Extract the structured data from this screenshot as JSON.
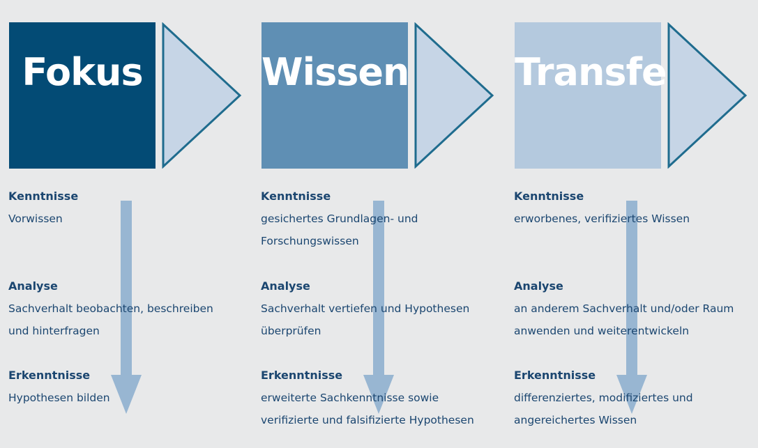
{
  "columns": [
    {
      "title": "Fokus",
      "box_color": "#034b75",
      "kenntnisse": {
        "heading": "Kenntnisse",
        "lines": [
          "Vorwissen"
        ]
      },
      "analyse": {
        "heading": "Analyse",
        "lines": [
          "Sachverhalt beobachten, beschreiben",
          "und hinterfragen"
        ]
      },
      "erkenntnisse": {
        "heading": "Erkenntnisse",
        "lines": [
          "Hypothesen bilden"
        ]
      }
    },
    {
      "title": "Wissen",
      "box_color": "#5f8fb4",
      "kenntnisse": {
        "heading": "Kenntnisse",
        "lines": [
          "gesichertes Grundlagen- und",
          "Forschungswissen"
        ]
      },
      "analyse": {
        "heading": "Analyse",
        "lines": [
          "Sachverhalt vertiefen und Hypothesen",
          "überprüfen"
        ]
      },
      "erkenntnisse": {
        "heading": "Erkenntnisse",
        "lines": [
          "erweiterte Sachkenntnisse sowie",
          "verifizierte und falsifizierte Hypothesen"
        ]
      }
    },
    {
      "title": "Transfer",
      "box_color": "#b4c9de",
      "kenntnisse": {
        "heading": "Kenntnisse",
        "lines": [
          "erworbenes, verifiziertes Wissen"
        ]
      },
      "analyse": {
        "heading": "Analyse",
        "lines": [
          "an anderem Sachverhalt und/oder Raum",
          "anwenden und weiterentwickeln"
        ]
      },
      "erkenntnisse": {
        "heading": "Erkenntnisse",
        "lines": [
          "differenziertes, modifiziertes und",
          "angereichertes Wissen"
        ]
      }
    }
  ],
  "colors": {
    "background": "#e8e9ea",
    "text": "#1b4670",
    "triangle_fill": "#c6d5e6",
    "triangle_stroke": "#1f6c8e",
    "down_arrow": "#8fb0cf"
  }
}
